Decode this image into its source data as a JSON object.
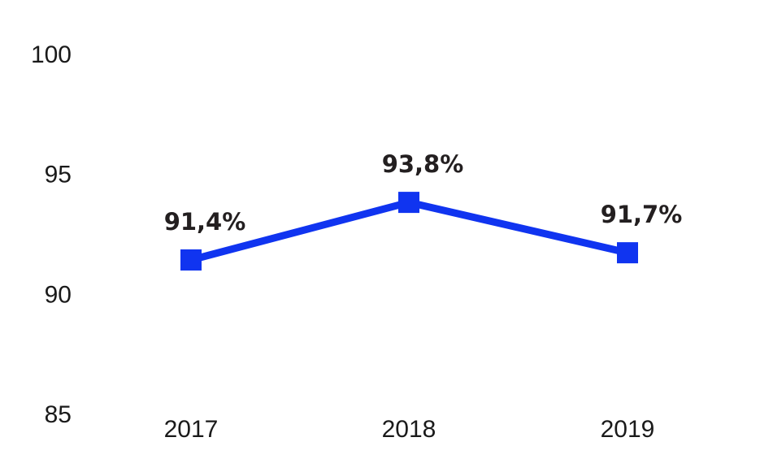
{
  "chart_data": {
    "type": "line",
    "title": "",
    "xlabel": "",
    "ylabel": "",
    "categories": [
      "2017",
      "2018",
      "2019"
    ],
    "ylim": [
      85,
      100
    ],
    "yticks": [
      "100",
      "95",
      "90",
      "85"
    ],
    "grid": false,
    "legend": "none",
    "series": [
      {
        "values": [
          91.4,
          93.8,
          91.7
        ],
        "labels": [
          "91,4%",
          "93,8%",
          "91,7%"
        ],
        "color": "#1034f0",
        "marker": "square"
      }
    ]
  }
}
